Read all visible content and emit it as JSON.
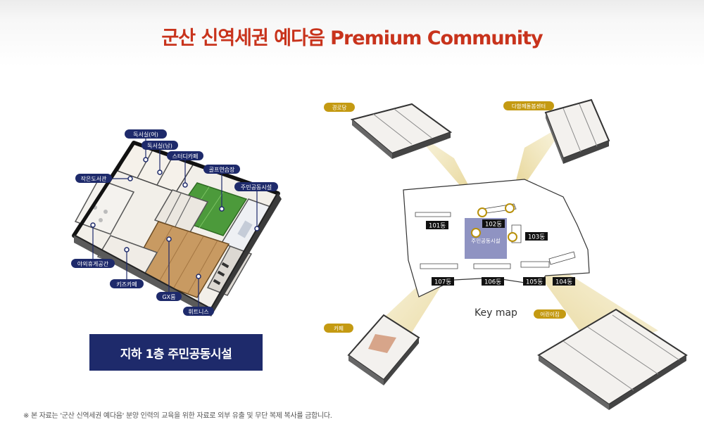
{
  "header": {
    "title": "군산 신역세권 예다음 Premium Community"
  },
  "floor_plan": {
    "labels": [
      {
        "id": "reading-f",
        "text": "독서실(여)"
      },
      {
        "id": "reading-m",
        "text": "독서실(남)"
      },
      {
        "id": "study-cafe",
        "text": "스터디카페"
      },
      {
        "id": "golf",
        "text": "골프연습장"
      },
      {
        "id": "community",
        "text": "주민공동시설"
      },
      {
        "id": "library",
        "text": "작은도서관"
      },
      {
        "id": "outdoor",
        "text": "야외휴게공간"
      },
      {
        "id": "kids-cafe",
        "text": "키즈카페"
      },
      {
        "id": "gx",
        "text": "GX룸"
      },
      {
        "id": "fitness",
        "text": "휘트니스"
      }
    ],
    "button_label": "지하 1층 주민공동시설"
  },
  "key_map": {
    "label": "Key map",
    "center_label": "주민공동시설",
    "buildings": [
      "101동",
      "102동",
      "103동",
      "107동",
      "106동",
      "105동",
      "104동"
    ],
    "callouts": [
      {
        "id": "senior",
        "text": "경로당"
      },
      {
        "id": "family",
        "text": "다함께돌봄센터"
      },
      {
        "id": "cafe",
        "text": "카페"
      },
      {
        "id": "daycare",
        "text": "어린이집"
      }
    ]
  },
  "footer": {
    "disclaimer": "※ 본 자료는 '군산 신역세권 예다음' 분양 인력의 교육을 위한 자료로 외부 유출 및 무단 복제 복사를 금합니다."
  },
  "colors": {
    "title": "#c8331c",
    "navy": "#1e2a6b",
    "gold": "#b8900a",
    "tag_gold": "#c49a12",
    "center": "#8f93c2"
  }
}
